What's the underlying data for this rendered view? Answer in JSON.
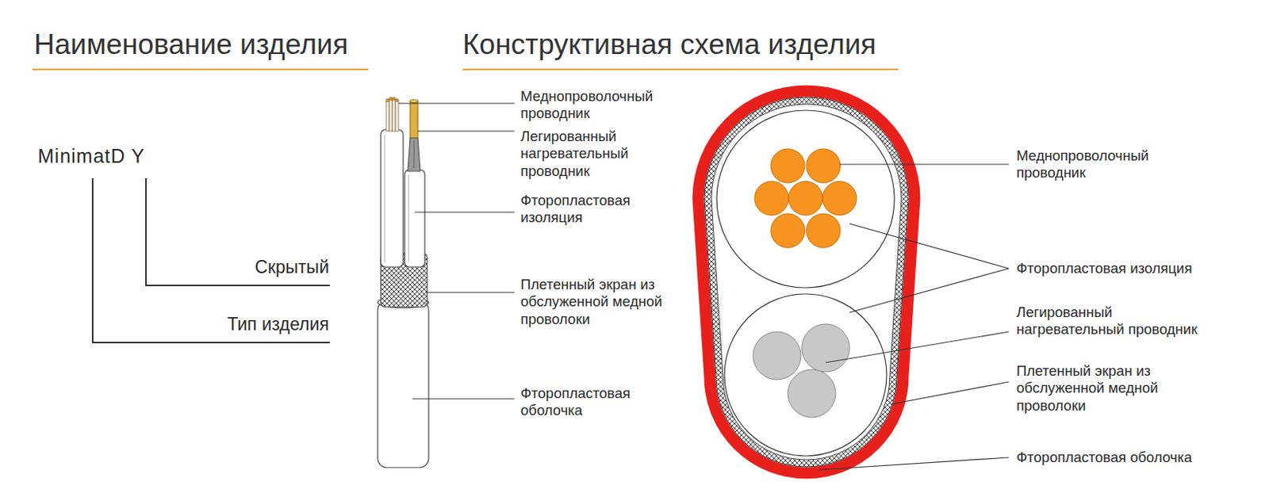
{
  "diagram": {
    "labels": [
      "Наименование изделия",
      "Конструктивная схема изделия",
      "MinimatD Y",
      "Скрытый",
      "Тип изделия",
      "Меднопроволочный проводник",
      "Легированный нагревательный проводник",
      "Фторопластовая изоляция",
      "Плетенный экран из обслуженной медной проволоки",
      "Фторопластовая оболочка",
      "Меднопроволочный проводник",
      "Фторопластовая изоляция",
      "Легированный нагревательный проводник",
      "Плетенный экран из обслуженной медной проволоки",
      "Фторопластовая оболочка"
    ]
  }
}
